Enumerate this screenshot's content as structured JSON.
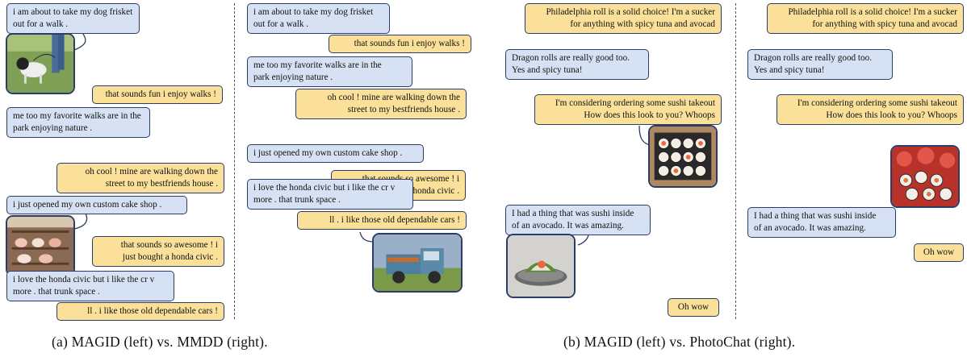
{
  "panel_a": {
    "magid": {
      "msg1": "i am about to take my dog frisket\nout for a walk .",
      "msg2": "that sounds fun i enjoy walks !",
      "msg3": "me too my favorite walks are in the\npark enjoying nature .",
      "msg4": "oh cool ! mine are walking down the\nstreet to my bestfriends house .",
      "msg5": "i just opened my own custom cake shop .",
      "msg6": "that sounds so awesome ! i\njust bought a honda civic .",
      "msg7": "i love the honda civic but i like the cr v\nmore . that trunk space .",
      "msg8": "ll . i like those old dependable cars !"
    },
    "mmdd": {
      "msg1": "i am about to take my dog frisket\nout for a walk .",
      "msg2": "that sounds fun i enjoy walks !",
      "msg3": "me too my favorite walks are in the\npark enjoying nature .",
      "msg4": "oh cool ! mine are walking down the\nstreet to my bestfriends house .",
      "msg5": "i just opened my own custom cake shop .",
      "msg6": "that sounds so awesome ! i\njust bought a honda civic .",
      "msg7": "i love the honda civic but i like the cr v\nmore . that trunk space .",
      "msg8": "ll . i like those old dependable cars !"
    },
    "caption": "(a) MAGID (left) vs. MMDD (right)."
  },
  "panel_b": {
    "magid": {
      "msg1": "Philadelphia roll is a solid choice! I'm a sucker\nfor anything with spicy tuna and avocad",
      "msg2": "Dragon rolls are really good too.\nYes and spicy tuna!",
      "msg3": "I'm considering ordering some sushi takeout\nHow does this look to you?  Whoops",
      "msg4": "I had a thing that was sushi inside\nof an avocado. It was amazing.",
      "msg5": "Oh wow"
    },
    "photochat": {
      "msg1": "Philadelphia roll is a solid choice! I'm a sucker\nfor anything with spicy tuna and avocad",
      "msg2": "Dragon rolls are really good too.\nYes and spicy tuna!",
      "msg3": "I'm considering ordering some sushi takeout\nHow does this look to you?  Whoops",
      "msg4": "I had a thing that was sushi inside\nof an avocado. It was amazing.",
      "msg5": "Oh wow"
    },
    "caption": "(b) MAGID (left) vs. PhotoChat (right)."
  },
  "colors": {
    "user": "#d6e2f3",
    "bot": "#fbe09a",
    "border": "#2b3b6a"
  },
  "images": [
    "dog-walk-photo",
    "cake-shop-photo",
    "old-truck-photo",
    "sushi-box-photo",
    "sushi-platter-photo",
    "avocado-sushi-photo"
  ]
}
